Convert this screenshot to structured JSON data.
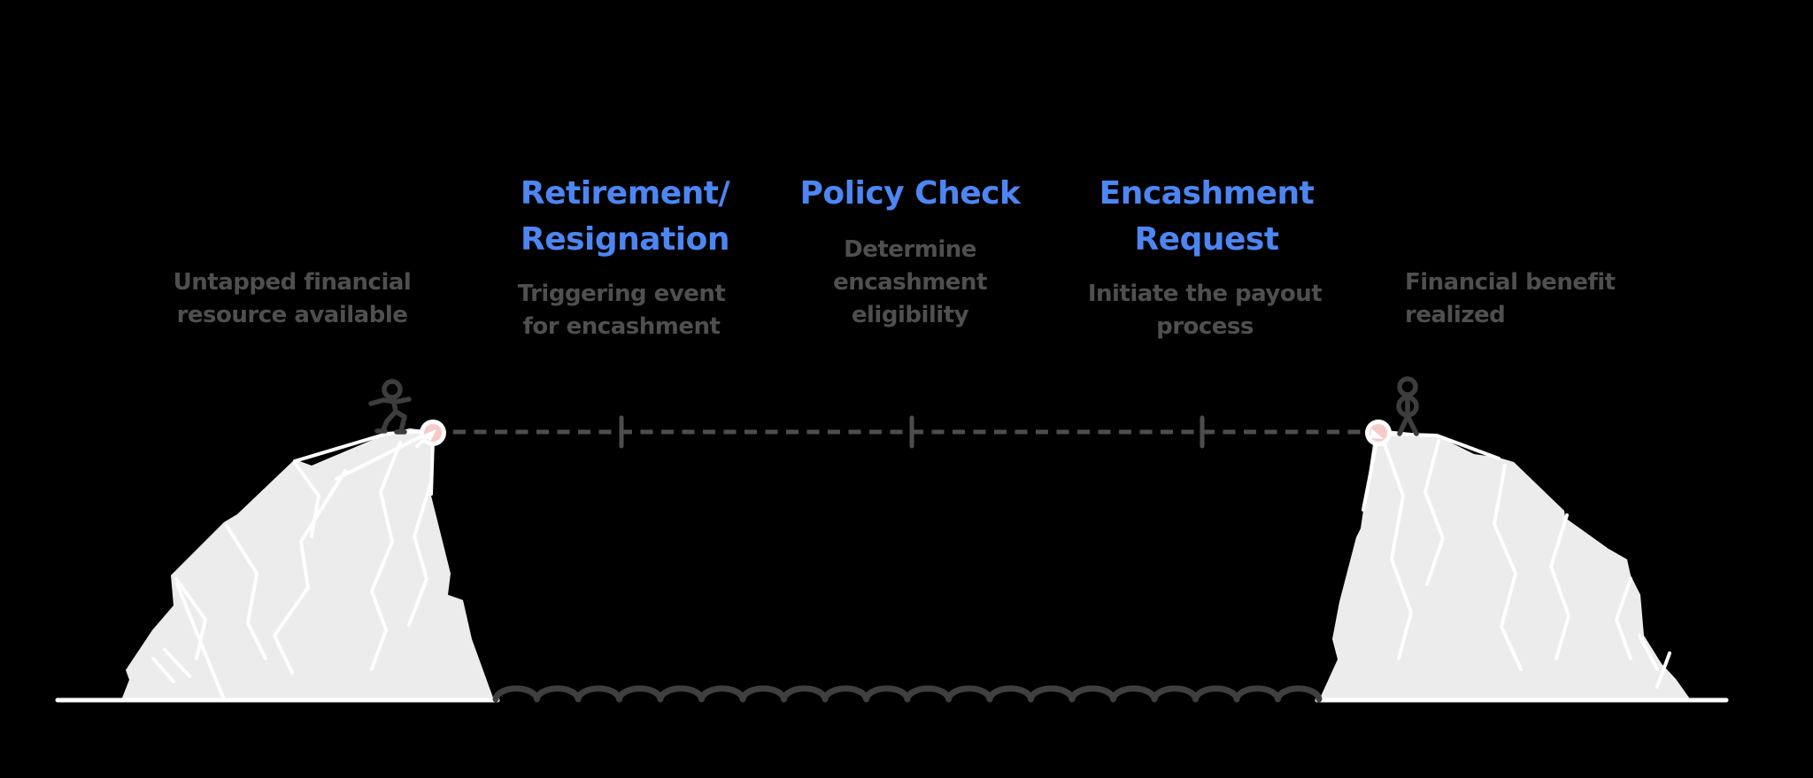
{
  "diagram": {
    "kind": "journey-process-diagram",
    "theme": "dark",
    "steps": [
      {
        "name": "untapped-resource",
        "title_lines": [],
        "desc_lines": [
          "Untapped financial",
          "resource available"
        ]
      },
      {
        "name": "retirement-resignation",
        "title_lines": [
          "Retirement/",
          "Resignation"
        ],
        "desc_lines": [
          "Triggering event",
          "for encashment"
        ]
      },
      {
        "name": "policy-check",
        "title_lines": [
          "Policy Check"
        ],
        "desc_lines": [
          "Determine",
          "encashment",
          "eligibility"
        ]
      },
      {
        "name": "encashment-request",
        "title_lines": [
          "Encashment",
          "Request"
        ],
        "desc_lines": [
          "Initiate the payout",
          "process"
        ]
      },
      {
        "name": "benefit-realized",
        "title_lines": [],
        "desc_lines": [
          "Financial benefit",
          "realized"
        ]
      }
    ],
    "icons": {
      "left_figure": "stick-figure-walking-icon",
      "right_figure": "stick-figure-standing-icon",
      "start_marker": "start-point-dot",
      "end_marker": "end-point-dot",
      "journey_line": "dashed-journey-line",
      "water": "wavy-water-line",
      "left_cliff": "left-cliff",
      "right_cliff": "right-cliff"
    },
    "colors": {
      "background": "#000000",
      "accent_blue": "#4C86F3",
      "text_gray": "#4F4F4F",
      "figure_gray": "#3D3D3D",
      "dash_gray": "#4D4D4D",
      "wave_gray": "#3F3F3F",
      "cliff_fill": "#ECECEC",
      "crack_white": "#FFFFFF",
      "marker_pink": "#F7CACA"
    }
  }
}
